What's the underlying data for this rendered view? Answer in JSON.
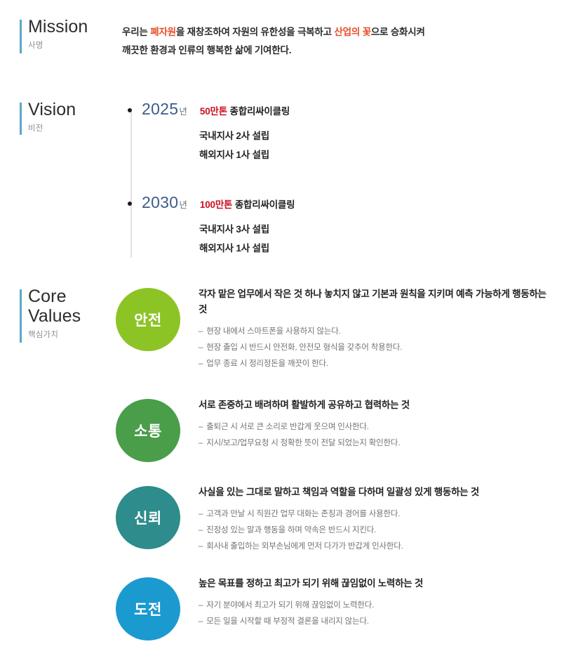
{
  "mission": {
    "heading_en": "Mission",
    "heading_ko": "사명",
    "line1_pre": "우리는 ",
    "line1_hl1": "폐자원",
    "line1_mid": "을 재창조하여 자원의 유한성을 극복하고 ",
    "line1_hl2": "산업의 꽃",
    "line1_post": "으로 승화시켜",
    "line2": "깨끗한 환경과 인류의 행복한 삶에 기여한다."
  },
  "vision": {
    "heading_en": "Vision",
    "heading_ko": "비전",
    "milestones": [
      {
        "year": "2025",
        "year_suffix": "년",
        "target_amount": "50만톤",
        "target_rest": " 종합리싸이클링",
        "sublines": [
          "국내지사 2사 설립",
          "해외지사 1사 설립"
        ]
      },
      {
        "year": "2030",
        "year_suffix": "년",
        "target_amount": "100만톤",
        "target_rest": " 종합리싸이클링",
        "sublines": [
          "국내지사 3사 설립",
          "해외지사 1사 설립"
        ]
      }
    ]
  },
  "core_values": {
    "heading_en": "Core\nValues",
    "heading_ko": "핵심가치",
    "items": [
      {
        "badge": "안전",
        "color": "#8cc425",
        "title": "각자 맡은 업무에서 작은 것 하나 놓치지 않고 기본과 원칙을 지키며 예측 가능하게 행동하는 것",
        "points": [
          "현장 내에서 스마트폰을 사용하지 않는다.",
          "현장 출입 시 반드시 안전화, 안전모 형식을 갖추어 착용한다.",
          "업무 종료 시 정리정돈을 깨끗이 한다."
        ]
      },
      {
        "badge": "소통",
        "color": "#4a9d49",
        "title": "서로 존중하고 배려하며 활발하게 공유하고 협력하는 것",
        "points": [
          "출퇴근 시 서로 큰 소리로 반갑게 웃으며 인사한다.",
          "지시/보고/업무요청 시 정확한 뜻이 전달 되었는지 확인한다."
        ]
      },
      {
        "badge": "신뢰",
        "color": "#2e8c8c",
        "title": "사실을 있는 그대로 말하고 책임과 역할을 다하며 일괄성 있게 행동하는 것",
        "points": [
          "고객과 만날 시 직원간 업무 대화는 존칭과 경어를 사용한다.",
          "진정성 있는 말과 행동을 하며 약속은 반드시 지킨다.",
          "회사내 출입하는 외부손님에게 먼저 다가가 반갑게 인사한다."
        ]
      },
      {
        "badge": "도전",
        "color": "#1b9ad0",
        "title": "높은 목표를 정하고 최고가 되기 위해 끊임없이 노력하는 것",
        "points": [
          "자기 분야에서 최고가 되기 위해 끊임없이 노력한다.",
          "모든 일을 시작할 때 부정적 결론을 내리지 않는다."
        ]
      }
    ],
    "bullet_dash": "–"
  },
  "theme": {
    "accent_bar_color": "#5ba8c8",
    "highlight_orange": "#e8502a",
    "year_color": "#3e5c8a",
    "amount_red": "#cc1122"
  }
}
